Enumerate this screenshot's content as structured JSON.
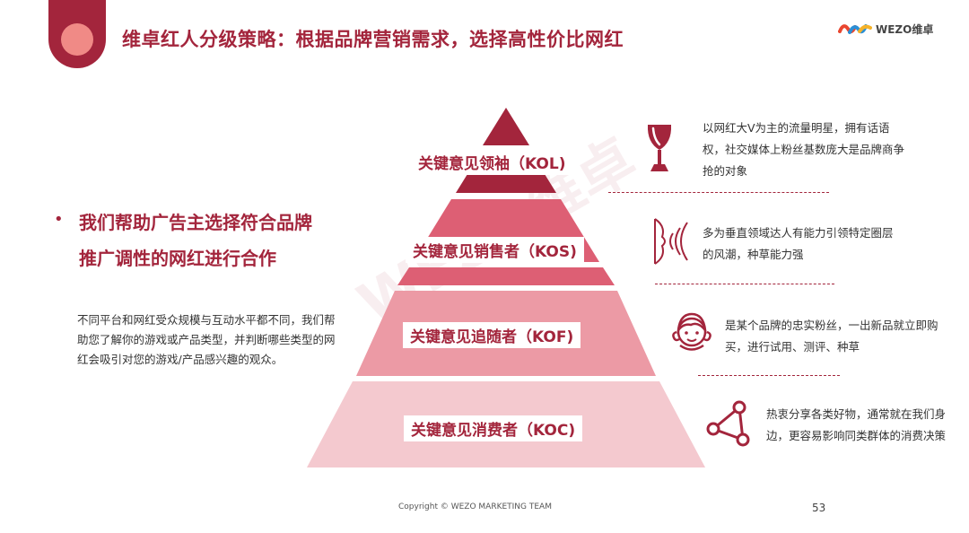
{
  "header": {
    "title": "维卓红人分级策略：根据品牌营销需求，选择高性价比网红",
    "logo_text": "WEZO维卓"
  },
  "left": {
    "bullet": "•",
    "headline_line1": "我们帮助广告主选择符合品牌",
    "headline_line2": "推广调性的网红进行合作",
    "description": "不同平台和网红受众规模与互动水平都不同，我们帮助您了解你的游戏或产品类型，并判断哪些类型的网红会吸引对您的游戏/产品感兴趣的观众。"
  },
  "pyramid": {
    "tiers": [
      {
        "label": "关键意见领袖（KOL)",
        "color": "#a3253c"
      },
      {
        "label": "关键意见销售者（KOS)",
        "color": "#dd5f74"
      },
      {
        "label": "关键意见追随者（KOF)",
        "color": "#ec9aa5"
      },
      {
        "label": "关键意见消费者（KOC)",
        "color": "#f4c9cf"
      }
    ]
  },
  "right": {
    "items": [
      {
        "icon": "trophy-icon",
        "text": "以网红大V为主的流量明星，拥有话语权，社交媒体上粉丝基数庞大是品牌商争抢的对象"
      },
      {
        "icon": "broadcast-icon",
        "text": "多为垂直领域达人有能力引领特定圈层的风潮，种草能力强"
      },
      {
        "icon": "follower-face-icon",
        "text": "是某个品牌的忠实粉丝，一出新品就立即购买，进行试用、测评、种草"
      },
      {
        "icon": "network-icon",
        "text": "热衷分享各类好物，通常就在我们身边，更容易影响同类群体的消费决策"
      }
    ]
  },
  "footer": {
    "copyright": "Copyright © WEZO MARKETING TEAM",
    "page_number": "53"
  },
  "watermark": "WEZO维卓",
  "colors": {
    "brand": "#a3253c",
    "accent_light": "#f08a86"
  }
}
